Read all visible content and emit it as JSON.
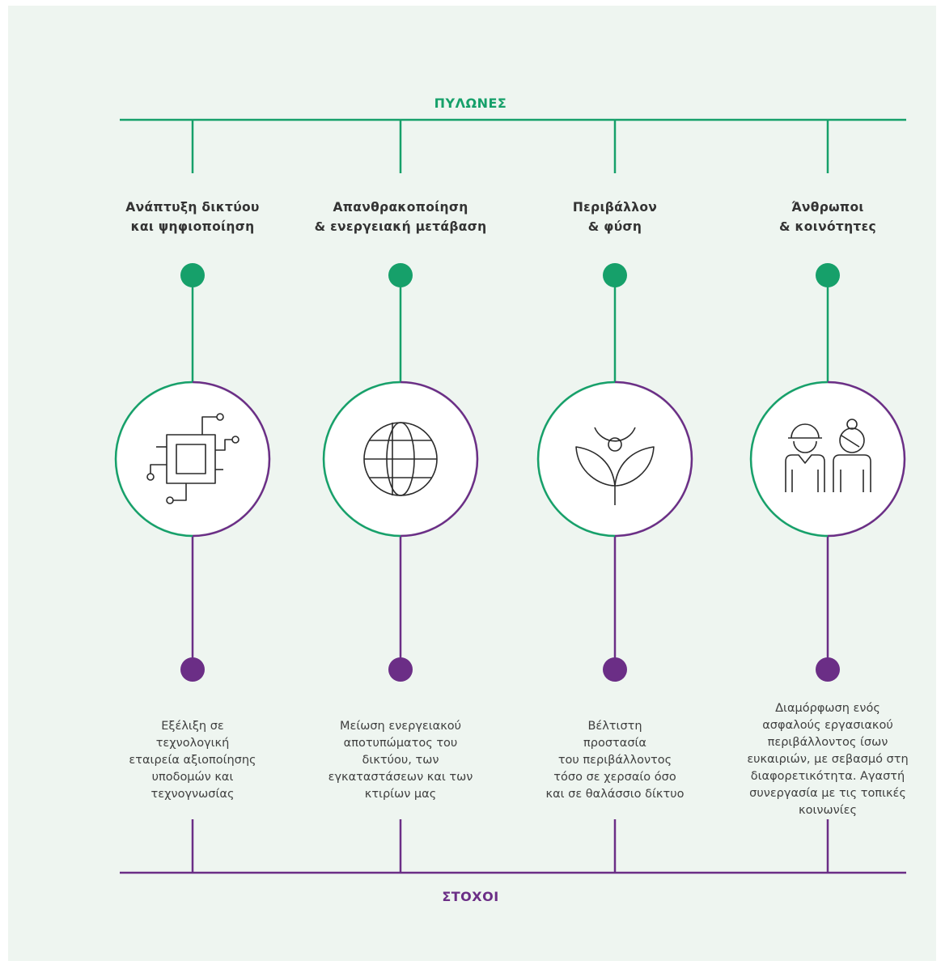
{
  "colors": {
    "pillars_green": "#16a06a",
    "goals_purple": "#6b2e86",
    "panel_background": "#eef5f0",
    "icon_stroke": "#2b2b2b"
  },
  "top_title": "ΠΥΛΩΝΕΣ",
  "bottom_title": "ΣΤΟΧΟΙ",
  "pillars": [
    {
      "title_lines": [
        "Ανάπτυξη δικτύου",
        "και ψηφιοποίηση"
      ],
      "icon": "circuit-chip-icon",
      "goal_lines": [
        "Εξέλιξη σε",
        "τεχνολογική",
        "εταιρεία αξιοποίησης",
        "υποδομών και",
        "τεχνογνωσίας"
      ]
    },
    {
      "title_lines": [
        "Απανθρακοποίηση",
        "& ενεργειακή μετάβαση"
      ],
      "icon": "globe-icon",
      "goal_lines": [
        "Μείωση ενεργειακού",
        "αποτυπώματος του",
        "δικτύου, των",
        "εγκαταστάσεων και των",
        "κτιρίων μας"
      ]
    },
    {
      "title_lines": [
        "Περιβάλλον",
        "& φύση"
      ],
      "icon": "plant-icon",
      "goal_lines": [
        "Βέλτιστη",
        "προστασία",
        "του περιβάλλοντος",
        "τόσο σε χερσαίο όσο",
        "και σε θαλάσσιο δίκτυο"
      ]
    },
    {
      "title_lines": [
        "Άνθρωποι",
        "& κοινότητες"
      ],
      "icon": "people-icon",
      "goal_lines": [
        "Διαμόρφωση ενός",
        "ασφαλούς εργασιακού",
        "περιβάλλοντος ίσων",
        "ευκαιριών, με σεβασμό στη",
        "διαφορετικότητα. Αγαστή",
        "συνεργασία με τις τοπικές",
        "κοινωνίες"
      ]
    }
  ]
}
